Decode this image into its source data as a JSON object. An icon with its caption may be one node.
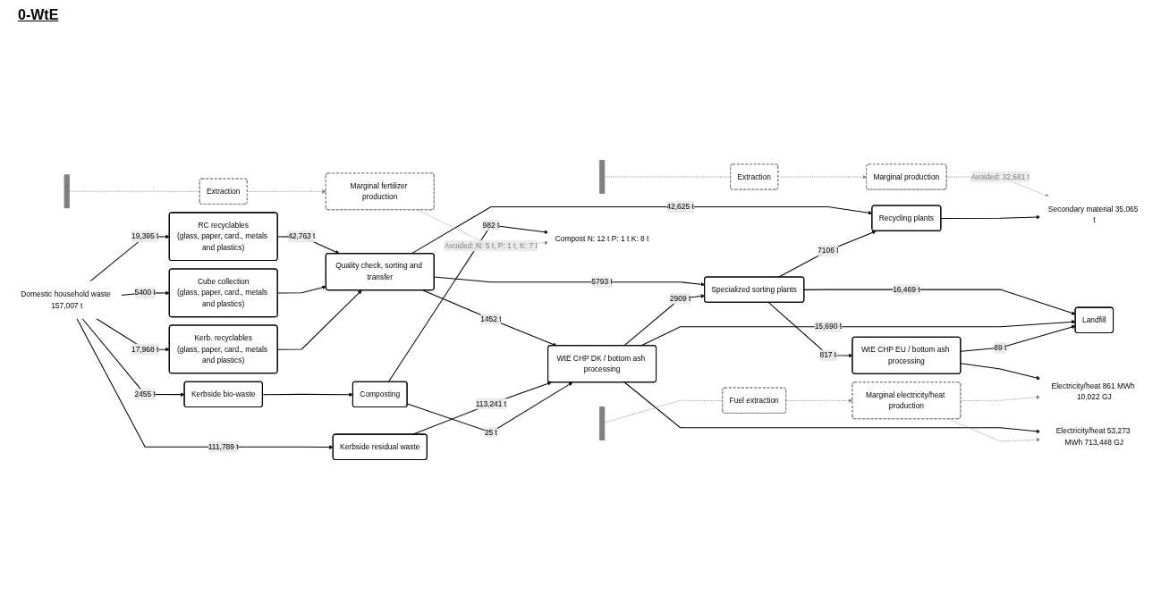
{
  "diagram": {
    "title": "0-WtE",
    "nodes": [
      {
        "text": [
          "Domestic household waste 157,007 t"
        ]
      },
      {
        "text": [],
        "shape": "bar"
      },
      {
        "text": [
          "Extraction"
        ]
      },
      {
        "text": [
          "Marginal production"
        ]
      },
      {
        "text": [
          "RC recyclables",
          "(glass, paper, card., metals and plastics)"
        ]
      },
      {
        "text": [
          "Cube collection",
          "(glass, paper, card., metals and plastics)"
        ]
      },
      {
        "text": [
          "Kerb. recyclables",
          "(glass, paper, card., metals and plastics)"
        ]
      },
      {
        "text": [
          "Kerbside residual waste"
        ]
      },
      {
        "text": [
          "Kerbside bio-waste"
        ]
      },
      {
        "text": [
          "Quality check, sorting and transfer"
        ]
      },
      {
        "text": [
          "Specialized sorting plants"
        ]
      },
      {
        "text": [
          "WtE CHP DK / bottom ash processing"
        ]
      },
      {
        "text": [
          "Composting"
        ]
      },
      {
        "text": [
          "Recycling plants"
        ]
      },
      {
        "text": [
          "WtE CHP EU / bottom ash processing"
        ]
      },
      {
        "text": [
          "Landfill"
        ]
      },
      {
        "text": [
          "Secondary material 35,065 t"
        ]
      },
      {
        "text": [
          "Electricity/heat 861 MWh 10,022 GJ"
        ]
      },
      {
        "text": [
          "Electricity/heat 53,273 MWh 713,448 GJ"
        ]
      },
      {
        "text": [
          "Compost N: 12 t P: 1 t K: 8 t"
        ]
      },
      {
        "text": [],
        "shape": "bar"
      },
      {
        "text": [
          "Extraction"
        ]
      },
      {
        "text": [
          "Marginal fertilizer production"
        ]
      },
      {
        "text": [],
        "shape": "bar"
      },
      {
        "text": [
          "Fuel extraction"
        ]
      },
      {
        "text": [
          "Marginal electricity/heat production"
        ]
      }
    ],
    "edges": [
      {
        "from": 0,
        "to": 4,
        "arrow": "to",
        "label": "19,395 t"
      },
      {
        "from": 0,
        "to": 5,
        "arrow": "to",
        "label": "5400 t"
      },
      {
        "from": 0,
        "to": 6,
        "arrow": "to",
        "label": "17,968 t"
      },
      {
        "from": 0,
        "to": 7,
        "arrow": "to",
        "label": "111,789 t"
      },
      {
        "from": 0,
        "to": 8,
        "arrow": "to",
        "label": "2455 t"
      },
      {
        "from": 1,
        "to": 2,
        "arrow": "none",
        "style": "dashed",
        "color": "#808080"
      },
      {
        "from": 2,
        "to": 3,
        "arrow": "to",
        "style": "dashed",
        "color": "#808080"
      },
      {
        "from": 3,
        "to": 16,
        "arrow": "to",
        "label": "Avoided: 32,681 t",
        "style": "dashed",
        "color": "#808080"
      },
      {
        "from": 4,
        "to": 9,
        "arrow": "to",
        "label": "42,763 t"
      },
      {
        "from": 5,
        "to": 9,
        "arrow": "to"
      },
      {
        "from": 6,
        "to": 9,
        "arrow": "to"
      },
      {
        "from": 9,
        "to": 10,
        "arrow": "to",
        "label": "5793 t"
      },
      {
        "from": 9,
        "to": 11,
        "arrow": "to",
        "label": "1452 t"
      },
      {
        "from": 7,
        "to": 11,
        "arrow": "to",
        "label": "113,241 t"
      },
      {
        "from": 9,
        "to": 13,
        "arrow": "to",
        "label": "42,625 t"
      },
      {
        "from": 10,
        "to": 13,
        "arrow": "to",
        "label": "7106 t"
      },
      {
        "from": 10,
        "to": 14,
        "arrow": "to",
        "label": "817 t"
      },
      {
        "from": 10,
        "to": 15,
        "arrow": "to",
        "label": "16,469 t"
      },
      {
        "from": 11,
        "to": 10,
        "arrow": "to",
        "label": "2909 t"
      },
      {
        "from": 11,
        "to": 15,
        "arrow": "to",
        "label": "15,690 t"
      },
      {
        "from": 11,
        "to": 18,
        "arrow": "to"
      },
      {
        "from": 14,
        "to": 15,
        "arrow": "to",
        "label": "89 t"
      },
      {
        "from": 12,
        "to": 11,
        "arrow": "to",
        "label": "25 t"
      },
      {
        "from": 8,
        "to": 12,
        "arrow": "to"
      },
      {
        "from": 12,
        "to": 19,
        "arrow": "to",
        "label": "982 t"
      },
      {
        "from": 13,
        "to": 16,
        "arrow": "to"
      },
      {
        "from": 14,
        "to": 17,
        "arrow": "to"
      },
      {
        "from": 20,
        "to": 21,
        "arrow": "none",
        "style": "dashed",
        "color": "#808080"
      },
      {
        "from": 21,
        "to": 22,
        "arrow": "to",
        "style": "dashed",
        "color": "#808080"
      },
      {
        "from": 22,
        "to": 19,
        "arrow": "to",
        "label": "Avoided: N: 5 t, P: 1 t, K: 7 t",
        "style": "dashed",
        "color": "#808080"
      },
      {
        "from": 23,
        "to": 24,
        "arrow": "none",
        "style": "dashed",
        "color": "#808080"
      },
      {
        "from": 24,
        "to": 25,
        "arrow": "to",
        "style": "dashed",
        "color": "#808080"
      },
      {
        "from": 25,
        "to": 17,
        "arrow": "to",
        "style": "dashed",
        "color": "#808080"
      },
      {
        "from": 25,
        "to": 18,
        "arrow": "to",
        "style": "dashed",
        "color": "#808080"
      }
    ]
  }
}
